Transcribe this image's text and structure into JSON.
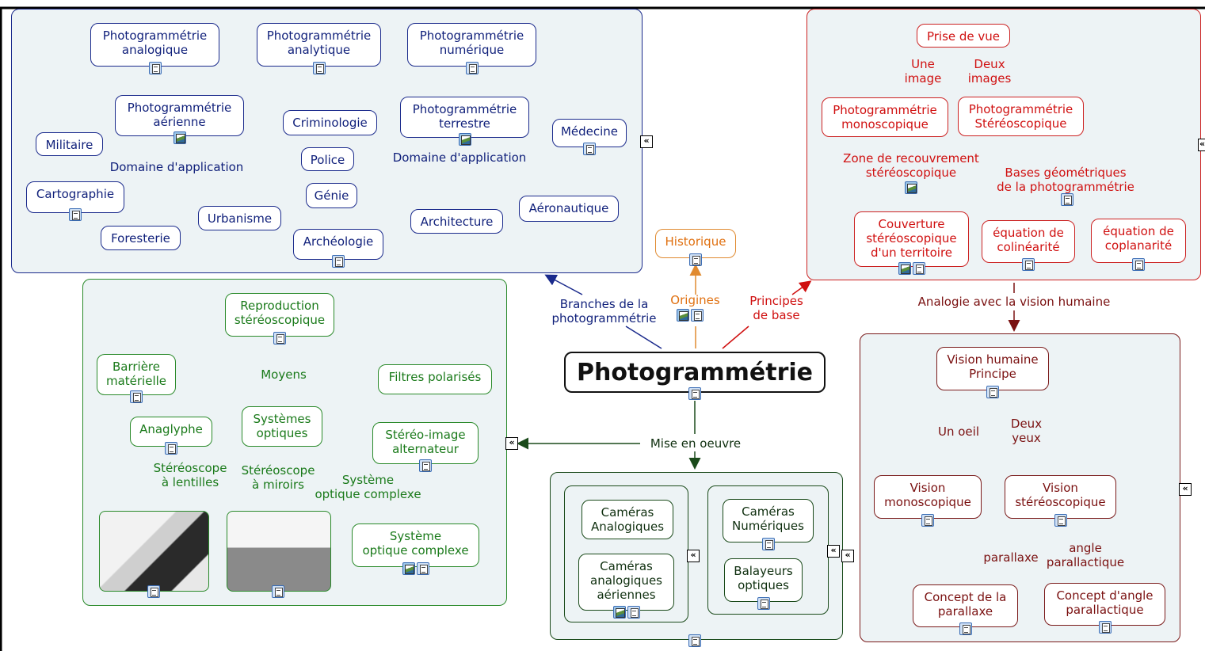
{
  "title": "Photogrammétrie",
  "branches": {
    "blue": "Branches de la\nphotogrammétrie",
    "orange": "Origines",
    "red": "Principes\nde base",
    "mise": "Mise en oeuvre",
    "analogie": "Analogie avec la vision humaine"
  },
  "blue_panel": {
    "types": [
      "Photogrammétrie\nanalogique",
      "Photogrammétrie\nanalytique",
      "Photogrammétrie\nnumérique"
    ],
    "aerienne": "Photogrammétrie\naérienne",
    "terrestre": "Photogrammétrie\nterrestre",
    "domaine1": "Domaine d'application",
    "domaine2": "Domaine d'application",
    "militaire": "Militaire",
    "cartographie": "Cartographie",
    "foresterie": "Foresterie",
    "urbanisme": "Urbanisme",
    "criminologie": "Criminologie",
    "police": "Police",
    "genie": "Génie",
    "archeologie": "Archéologie",
    "architecture": "Architecture",
    "aeronautique": "Aéronautique",
    "medecine": "Médecine"
  },
  "orange": {
    "historique": "Historique"
  },
  "red_panel": {
    "prise": "Prise de vue",
    "une": "Une\nimage",
    "deux": "Deux\nimages",
    "mono": "Photogrammétrie\nmonoscopique",
    "stereo": "Photogrammétrie\nStéréoscopique",
    "zone": "Zone de recouvrement\nstéréoscopique",
    "bases": "Bases géométriques\nde la photogrammétrie",
    "couverture": "Couverture\nstéréoscopique\nd'un territoire",
    "colinearite": "équation de\ncolinéarité",
    "coplanarite": "équation de\ncoplanarité"
  },
  "dred_panel": {
    "vision": "Vision humaine\nPrincipe",
    "unoeil": "Un oeil",
    "deuxyeux": "Deux\nyeux",
    "vmono": "Vision\nmonoscopique",
    "vstereo": "Vision\nstéréoscopique",
    "parallaxe": "parallaxe",
    "angle": "angle\nparallactique",
    "concept1": "Concept de la\nparallaxe",
    "concept2": "Concept d'angle\nparallactique"
  },
  "green_panel": {
    "reproduction": "Reproduction\nstéréoscopique",
    "moyens": "Moyens",
    "barriere": "Barrière\nmatérielle",
    "filtres": "Filtres polarisés",
    "anaglyphe": "Anaglyphe",
    "systemes": "Systèmes\noptiques",
    "stereoimage": "Stéréo-image\nalternateur",
    "lentilles": "Stéréoscope\nà lentilles",
    "miroirs": "Stéréoscope\nà miroirs",
    "complexe_lbl": "Système\noptique complexe",
    "complexe": "Système\noptique complexe"
  },
  "dgreen_panel": {
    "cam_ana": "Caméras\nAnalogiques",
    "cam_aer": "Caméras\nanalogiques\naériennes",
    "cam_num": "Caméras\nNumériques",
    "balayeurs": "Balayeurs\noptiques"
  }
}
